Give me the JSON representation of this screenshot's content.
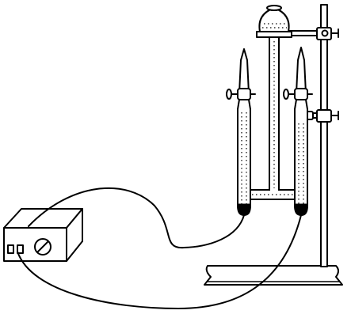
{
  "diagram": {
    "kind": "water-electrolysis-apparatus",
    "components": [
      "power-supply",
      "left-gas-tube",
      "right-gas-tube",
      "connecting-tube",
      "reservoir-funnel",
      "left-stopcock",
      "right-stopcock",
      "left-electrode",
      "right-electrode",
      "iron-stand",
      "lead-wires"
    ],
    "colors": {
      "stroke": "#000000",
      "fill": "#ffffff",
      "electrode": "#000000"
    },
    "icons": {
      "dial": "power-dial-icon",
      "terminals": "terminal-icon"
    }
  }
}
